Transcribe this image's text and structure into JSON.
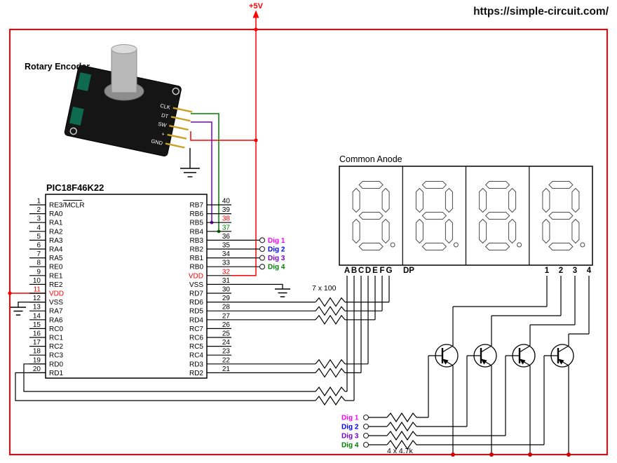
{
  "page": {
    "title": "https://simple-circuit.com/",
    "supply_label": "+5V"
  },
  "encoder": {
    "label": "Rotary Encoder",
    "pin_labels": [
      "CLK",
      "DT",
      "SW",
      "+",
      "GND"
    ]
  },
  "mcu": {
    "name": "PIC18F46K22",
    "left_pins": [
      {
        "num": "1",
        "name": "RE3/MCLR",
        "overline": true
      },
      {
        "num": "2",
        "name": "RA0"
      },
      {
        "num": "3",
        "name": "RA1"
      },
      {
        "num": "4",
        "name": "RA2"
      },
      {
        "num": "5",
        "name": "RA3"
      },
      {
        "num": "6",
        "name": "RA4"
      },
      {
        "num": "7",
        "name": "RA5"
      },
      {
        "num": "8",
        "name": "RE0"
      },
      {
        "num": "9",
        "name": "RE1"
      },
      {
        "num": "10",
        "name": "RE2"
      },
      {
        "num": "11",
        "name": "VDD",
        "name_color": "#ff0000",
        "num_color": "#ff0000"
      },
      {
        "num": "12",
        "name": "VSS"
      },
      {
        "num": "13",
        "name": "RA7"
      },
      {
        "num": "14",
        "name": "RA6"
      },
      {
        "num": "15",
        "name": "RC0"
      },
      {
        "num": "16",
        "name": "RC1"
      },
      {
        "num": "17",
        "name": "RC2"
      },
      {
        "num": "18",
        "name": "RC3"
      },
      {
        "num": "19",
        "name": "RD0"
      },
      {
        "num": "20",
        "name": "RD1"
      }
    ],
    "right_pins": [
      {
        "num": "40",
        "name": "RB7"
      },
      {
        "num": "39",
        "name": "RB6"
      },
      {
        "num": "38",
        "name": "RB5",
        "num_color": "#ff0000"
      },
      {
        "num": "37",
        "name": "RB4",
        "num_color": "#008000"
      },
      {
        "num": "36",
        "name": "RB3",
        "tag": "Dig 1",
        "tag_color": "#ff00ff"
      },
      {
        "num": "35",
        "name": "RB2",
        "tag": "Dig 2",
        "tag_color": "#0000ff"
      },
      {
        "num": "34",
        "name": "RB1",
        "tag": "Dig 3",
        "tag_color": "#7a00cc"
      },
      {
        "num": "33",
        "name": "RB0",
        "tag": "Dig 4",
        "tag_color": "#008000"
      },
      {
        "num": "32",
        "name": "VDD",
        "name_color": "#ff0000",
        "num_color": "#ff0000"
      },
      {
        "num": "31",
        "name": "VSS"
      },
      {
        "num": "30",
        "name": "RD7"
      },
      {
        "num": "29",
        "name": "RD6"
      },
      {
        "num": "28",
        "name": "RD5"
      },
      {
        "num": "27",
        "name": "RD4"
      },
      {
        "num": "26",
        "name": "RC7"
      },
      {
        "num": "25",
        "name": "RC6"
      },
      {
        "num": "24",
        "name": "RC5"
      },
      {
        "num": "23",
        "name": "RC4"
      },
      {
        "num": "22",
        "name": "RD3"
      },
      {
        "num": "21",
        "name": "RD2"
      }
    ]
  },
  "display": {
    "title": "Common Anode",
    "segment_labels": [
      "A",
      "B",
      "C",
      "D",
      "E",
      "F",
      "G"
    ],
    "dp_label": "DP",
    "digit_labels": [
      "1",
      "2",
      "3",
      "4"
    ]
  },
  "resistors": {
    "segment_group_label": "7 x 100",
    "base_group_label": "4 x 4.7k"
  },
  "digit_lines": [
    {
      "label": "Dig 1",
      "color": "#ff00ff"
    },
    {
      "label": "Dig 2",
      "color": "#0000ff"
    },
    {
      "label": "Dig 3",
      "color": "#7a00cc"
    },
    {
      "label": "Dig 4",
      "color": "#008000"
    }
  ],
  "colors": {
    "supply": "#ff0000",
    "clk_wire": "#008000",
    "dt_wire": "#7a00cc",
    "wire": "#000000"
  }
}
